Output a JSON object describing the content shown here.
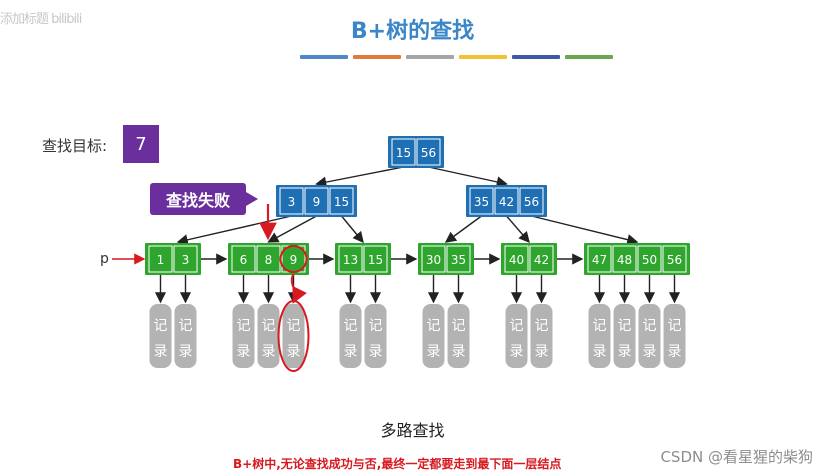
{
  "watermark_top_left": "添加标题 bilibili",
  "title": "B+树的查找",
  "swatch_colors": [
    "#4f88c6",
    "#e07b39",
    "#a5a5a5",
    "#f2c12e",
    "#3b5ba5",
    "#6aa84f"
  ],
  "search": {
    "target_label": "查找目标:",
    "target_value": "7",
    "fail_label": "查找失败",
    "pointer_label": "p"
  },
  "tree": {
    "root": {
      "keys": [
        "15",
        "56"
      ]
    },
    "internal": [
      {
        "keys": [
          "3",
          "9",
          "15"
        ]
      },
      {
        "keys": [
          "35",
          "42",
          "56"
        ]
      }
    ],
    "leaves": [
      {
        "keys": [
          "1",
          "3"
        ]
      },
      {
        "keys": [
          "6",
          "8",
          "9"
        ]
      },
      {
        "keys": [
          "13",
          "15"
        ]
      },
      {
        "keys": [
          "30",
          "35"
        ]
      },
      {
        "keys": [
          "40",
          "42"
        ]
      },
      {
        "keys": [
          "47",
          "48",
          "50",
          "56"
        ]
      }
    ],
    "record_label": [
      "记",
      "录"
    ]
  },
  "caption": "多路查找",
  "note": "B+树中,无论查找成功与否,最终一定都要走到最下面一层结点",
  "csdn_watermark": "CSDN @看星猩的柴狗",
  "colors": {
    "root_node": "#1f6fb5",
    "leaf_node": "#2ea62e",
    "record": "#b3b3b3",
    "highlight": "#d71920",
    "accent": "#6a2f9c"
  }
}
